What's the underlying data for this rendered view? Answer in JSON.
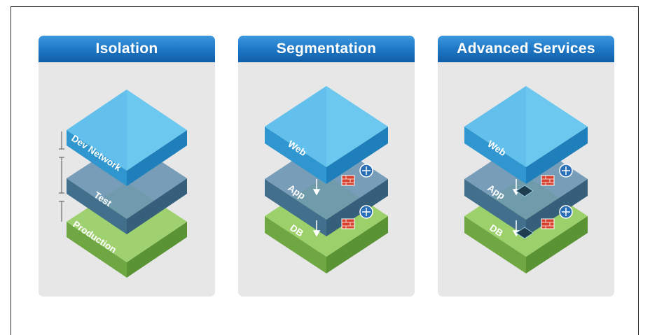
{
  "panels": [
    {
      "title": "Isolation",
      "layers": [
        "Dev Network",
        "Test",
        "Production"
      ]
    },
    {
      "title": "Segmentation",
      "layers": [
        "Web",
        "App",
        "DB"
      ]
    },
    {
      "title": "Advanced Services",
      "layers": [
        "Web",
        "App",
        "DB"
      ]
    }
  ],
  "colors": {
    "header_blue": "#1f78c6",
    "panel_bg": "#e7e7e8",
    "layer_top_blue": "#4fb8e8",
    "layer_mid_slate": "#4f7e9c",
    "layer_bottom_green": "#84c054"
  },
  "icons": [
    "router-icon",
    "firewall-icon",
    "chip-icon",
    "down-arrow-icon"
  ]
}
